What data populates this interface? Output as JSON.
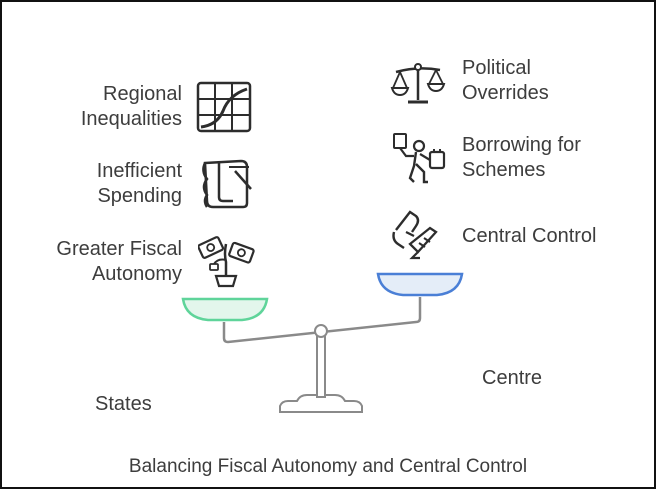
{
  "diagram": {
    "caption": "Balancing Fiscal Autonomy and Central Control",
    "states": {
      "side_label": "States",
      "factors": [
        {
          "line1": "Regional",
          "line2": "Inequalities",
          "icon": "map-grid-icon"
        },
        {
          "line1": "Inefficient",
          "line2": "Spending",
          "icon": "wallet-icon"
        },
        {
          "line1": "Greater Fiscal",
          "line2": "Autonomy",
          "icon": "money-plant-icon"
        }
      ],
      "pan_color": "#5fd49a"
    },
    "centre": {
      "side_label": "Centre",
      "factors": [
        {
          "line1": "Political",
          "line2": "Overrides",
          "icon": "scales-icon"
        },
        {
          "line1": "Borrowing for",
          "line2": "Schemes",
          "icon": "person-carrying-icon"
        },
        {
          "line1": "Central Control",
          "line2": "",
          "icon": "hand-pulling-icon"
        }
      ],
      "pan_color": "#4a7fd6"
    }
  }
}
